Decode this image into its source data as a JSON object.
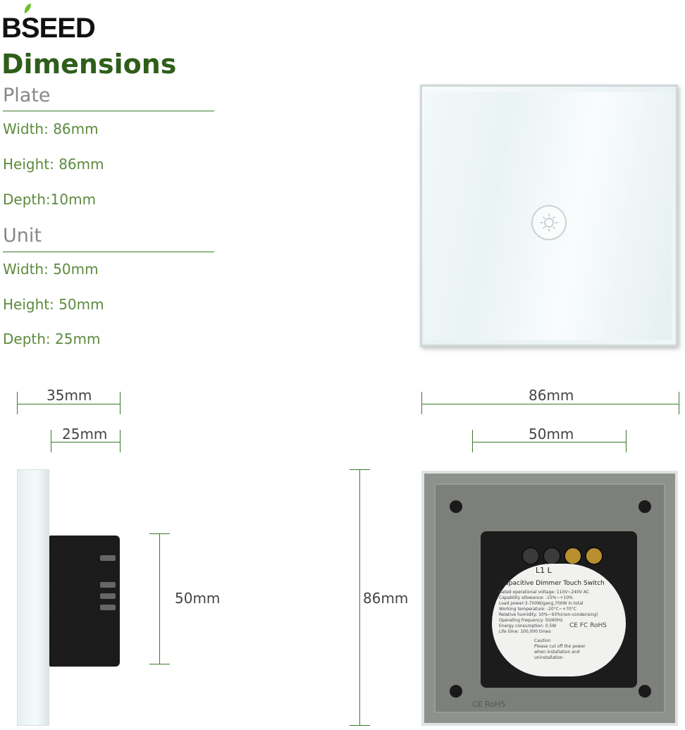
{
  "brand": "BSEED",
  "headline": "Dimensions",
  "plate": {
    "title": "Plate",
    "width": "Width: 86mm",
    "height": "Height: 86mm",
    "depth": "Depth:10mm"
  },
  "unit": {
    "title": "Unit",
    "width": "Width: 50mm",
    "height": "Height: 50mm",
    "depth": "Depth: 25mm"
  },
  "dimensions": {
    "side_total_depth": "35mm",
    "side_unit_depth": "25mm",
    "side_unit_height": "50mm",
    "front_width": "86mm",
    "unit_width": "50mm",
    "plate_height": "86mm"
  },
  "back_label": {
    "terminals": "L1     L",
    "title": "Capacitive Dimmer Touch Switch",
    "lines": [
      "Rated operational voltage:  110V~240V  AC",
      "Capability allowance:  -15%~+10%",
      "Load power:3-700W/gang,700W in total",
      "Working temperature:  -20°C~+70°C",
      "Relative humidity:  10%~93%(non-condensing)",
      "Operating frequency:  50/60Hz",
      "Energy consumption:  0.5W",
      "Life time:  100,000 times"
    ],
    "certs": "CE  FC  RoHS",
    "caution_title": "Caution",
    "caution_text": "Please cut off the power when installation and uninstallation",
    "plate_marks": "CE RoHS"
  },
  "colors": {
    "headline_green": "#2f5e1a",
    "spec_green": "#5d8a3e",
    "rule_green": "#3b7a2a",
    "leaf_green": "#6cbf2a"
  },
  "icons": {
    "logo_leaf": "leaf-icon",
    "touch_key": "brightness-sun-icon"
  }
}
